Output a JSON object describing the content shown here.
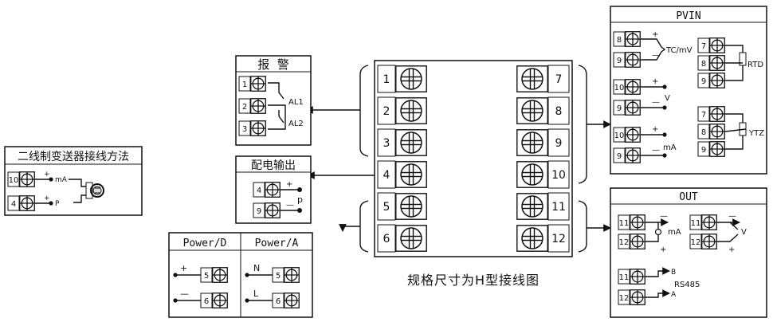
{
  "caption": "规格尺寸为H型接线图",
  "main_terminals": {
    "left": [
      "1",
      "2",
      "3",
      "4",
      "5",
      "6"
    ],
    "right": [
      "7",
      "8",
      "9",
      "10",
      "11",
      "12"
    ]
  },
  "two_wire": {
    "title": "二线制变送器接线方法",
    "rows": [
      {
        "num": "10",
        "sign": "+",
        "label": "mA"
      },
      {
        "num": "4",
        "sign": "+",
        "label": "P"
      }
    ]
  },
  "alarm": {
    "title": "报  警",
    "nums": [
      "1",
      "2",
      "3"
    ],
    "labels": [
      "AL1",
      "AL2"
    ]
  },
  "power_out": {
    "title": "配电输出",
    "nums": [
      "4",
      "9"
    ],
    "signs": [
      "+",
      "—"
    ],
    "label": "p"
  },
  "power": {
    "d_title": "Power/D",
    "a_title": "Power/A",
    "d_rows": [
      {
        "sign": "+",
        "num": "5"
      },
      {
        "sign": "—",
        "num": "6"
      }
    ],
    "a_rows": [
      {
        "sign": "N",
        "num": "5"
      },
      {
        "sign": "L",
        "num": "6"
      }
    ]
  },
  "pvin": {
    "title": "PVIN",
    "tc": {
      "nums": [
        "8",
        "9"
      ],
      "signs": [
        "+",
        "—"
      ],
      "label": "TC/mV"
    },
    "v": {
      "nums": [
        "10",
        "9"
      ],
      "signs": [
        "+",
        "—"
      ],
      "label": "V"
    },
    "ma": {
      "nums": [
        "10",
        "9"
      ],
      "signs": [
        "+",
        "—"
      ],
      "label": "mA"
    },
    "rtd": {
      "nums": [
        "7",
        "8",
        "9"
      ],
      "label": "RTD"
    },
    "ytz": {
      "nums": [
        "7",
        "8",
        "9"
      ],
      "label": "YTZ"
    }
  },
  "out": {
    "title": "OUT",
    "ma": {
      "nums": [
        "11",
        "12"
      ],
      "signs": [
        "—",
        "+"
      ],
      "label": "mA"
    },
    "v": {
      "nums": [
        "11",
        "12"
      ],
      "signs": [
        "—",
        "+"
      ],
      "label": "V"
    },
    "rs": {
      "nums": [
        "11",
        "12"
      ],
      "ends": [
        "B",
        "A"
      ],
      "label": "RS485"
    }
  }
}
